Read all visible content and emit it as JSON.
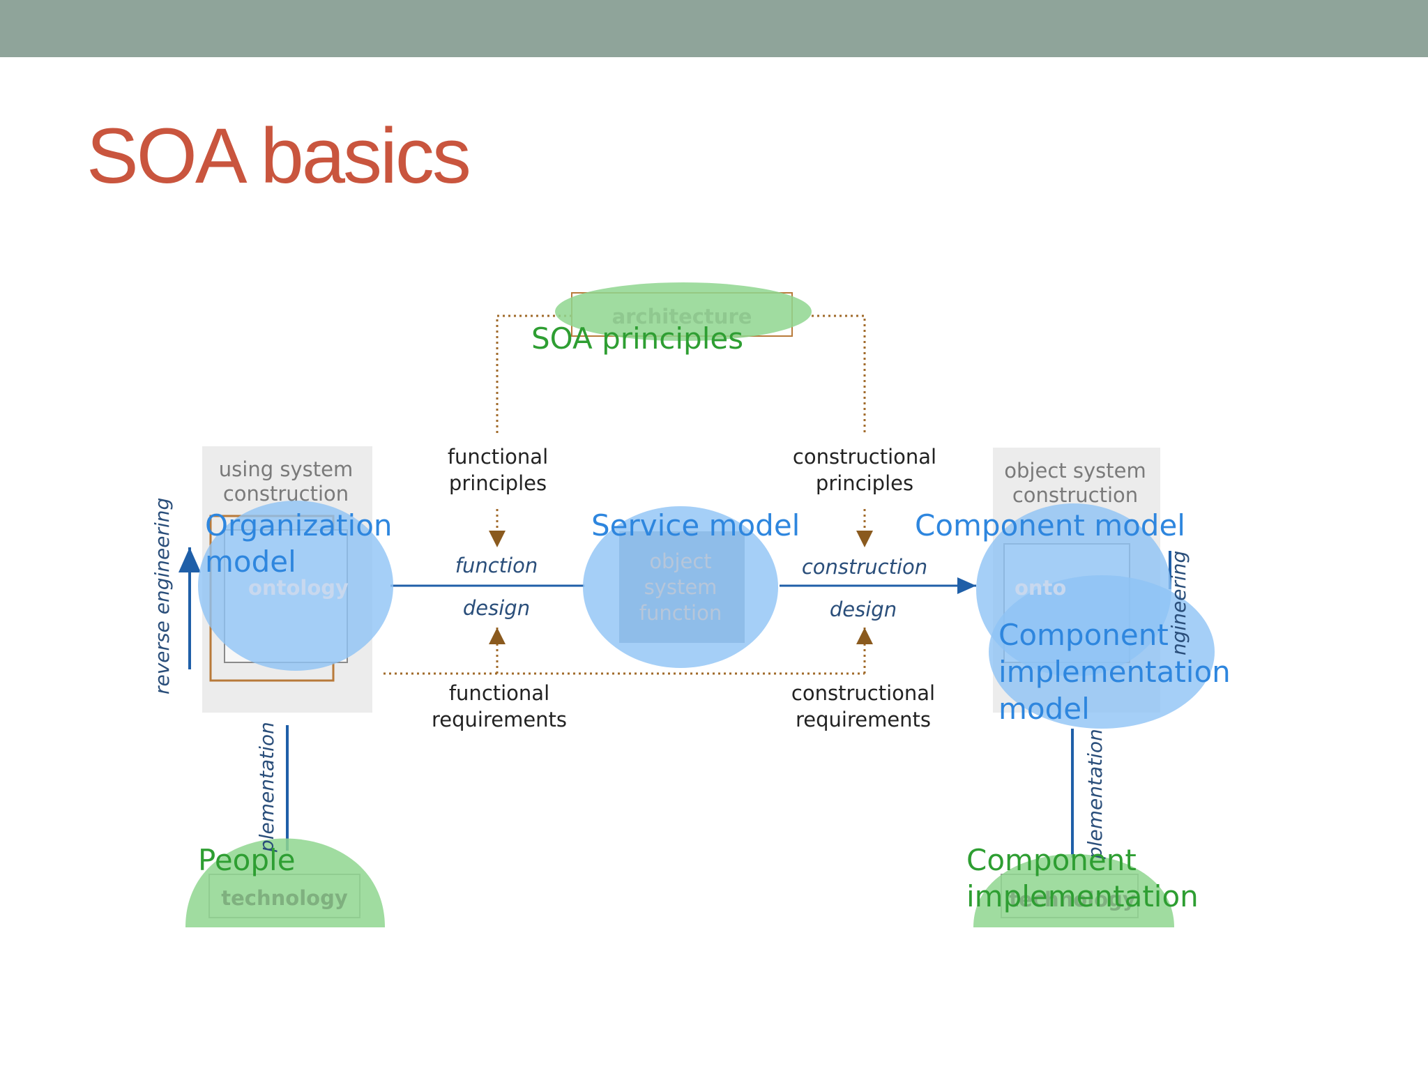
{
  "slide": {
    "title": "SOA basics"
  },
  "diagram": {
    "soa_principles": "SOA principles",
    "architecture": "architecture",
    "organization_model_line1": "Organization",
    "organization_model_line2": "model",
    "service_model": "Service model",
    "component_model": "Component model",
    "component_implementation_model_line1": "Component",
    "component_implementation_model_line2": "implementation",
    "component_implementation_model_line3": "model",
    "people": "People",
    "component_implementation_line1": "Component",
    "component_implementation_line2": "implementation",
    "using_system_construction_line1": "using system",
    "using_system_construction_line2": "construction",
    "object_system_construction_line1": "object system",
    "object_system_construction_line2": "construction",
    "functional_principles_line1": "functional",
    "functional_principles_line2": "principles",
    "constructional_principles_line1": "constructional",
    "constructional_principles_line2": "principles",
    "functional_requirements_line1": "functional",
    "functional_requirements_line2": "requirements",
    "constructional_requirements_line1": "constructional",
    "constructional_requirements_line2": "requirements",
    "function": "function",
    "design_left": "design",
    "construction": "construction",
    "design_right": "design",
    "reverse_engineering": "reverse engineering",
    "implementation_left": "plementation",
    "implementation_right": "plementation",
    "engineering_right": "ngineering",
    "ontology_left": "ontology",
    "ontology_right": "onto",
    "object_system_function_line1": "object",
    "object_system_function_line2": "system",
    "object_system_function_line3": "function",
    "technology_left": "technology",
    "technology_right": "technology"
  }
}
